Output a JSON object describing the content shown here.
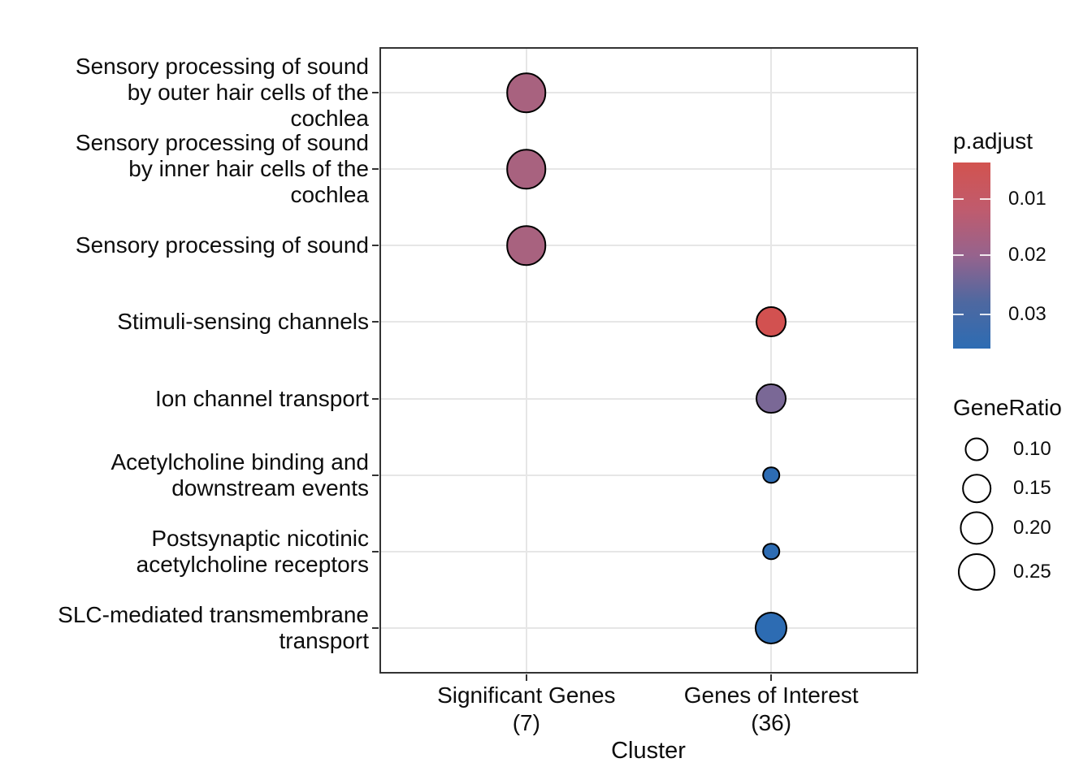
{
  "chart_data": {
    "type": "scatter",
    "variant": "enrichment-dotplot",
    "title": "",
    "xlabel": "Cluster",
    "grid": true,
    "legend_position": "right",
    "x_categories": [
      {
        "name": "Significant Genes (7)",
        "lines": [
          "Significant Genes",
          "(7)"
        ]
      },
      {
        "name": "Genes of Interest (36)",
        "lines": [
          "Genes of Interest",
          "(36)"
        ]
      }
    ],
    "y_categories": [
      {
        "name": "Sensory processing of sound by outer hair cells of the cochlea",
        "lines": [
          "Sensory processing of sound",
          "by outer hair cells of the",
          "cochlea"
        ]
      },
      {
        "name": "Sensory processing of sound by inner hair cells of the cochlea",
        "lines": [
          "Sensory processing of sound",
          "by inner hair cells of the",
          "cochlea"
        ]
      },
      {
        "name": "Sensory processing of sound",
        "lines": [
          "Sensory processing of sound"
        ]
      },
      {
        "name": "Stimuli-sensing channels",
        "lines": [
          "Stimuli-sensing channels"
        ]
      },
      {
        "name": "Ion channel transport",
        "lines": [
          "Ion channel transport"
        ]
      },
      {
        "name": "Acetylcholine binding and downstream events",
        "lines": [
          "Acetylcholine binding and",
          "downstream events"
        ]
      },
      {
        "name": "Postsynaptic nicotinic acetylcholine receptors",
        "lines": [
          "Postsynaptic nicotinic",
          "acetylcholine receptors"
        ]
      },
      {
        "name": "SLC-mediated transmembrane transport",
        "lines": [
          "SLC-mediated transmembrane",
          "transport"
        ]
      }
    ],
    "points": [
      {
        "x": 0,
        "y": 0,
        "gene_ratio": 0.29,
        "p_adjust": 0.016,
        "color": "#a8627f"
      },
      {
        "x": 0,
        "y": 1,
        "gene_ratio": 0.29,
        "p_adjust": 0.016,
        "color": "#a8627f"
      },
      {
        "x": 0,
        "y": 2,
        "gene_ratio": 0.29,
        "p_adjust": 0.016,
        "color": "#a8627f"
      },
      {
        "x": 1,
        "y": 3,
        "gene_ratio": 0.17,
        "p_adjust": 0.005,
        "color": "#d25150"
      },
      {
        "x": 1,
        "y": 4,
        "gene_ratio": 0.17,
        "p_adjust": 0.022,
        "color": "#7a6896"
      },
      {
        "x": 1,
        "y": 5,
        "gene_ratio": 0.055,
        "p_adjust": 0.034,
        "color": "#2d6cb3"
      },
      {
        "x": 1,
        "y": 6,
        "gene_ratio": 0.055,
        "p_adjust": 0.034,
        "color": "#2d6cb3"
      },
      {
        "x": 1,
        "y": 7,
        "gene_ratio": 0.19,
        "p_adjust": 0.034,
        "color": "#2d6cb3"
      }
    ],
    "legend_color": {
      "title": "p.adjust",
      "ticks": [
        "0.01",
        "0.02",
        "0.03"
      ],
      "tick_fractions": [
        0.197,
        0.496,
        0.816
      ],
      "gradient": [
        "#d2534f",
        "#c05b6d",
        "#96638d",
        "#4e68a0",
        "#2d6cb3"
      ]
    },
    "legend_size": {
      "title": "GeneRatio",
      "entries": [
        "0.10",
        "0.15",
        "0.20",
        "0.25"
      ],
      "values": [
        0.1,
        0.15,
        0.2,
        0.25
      ]
    }
  }
}
